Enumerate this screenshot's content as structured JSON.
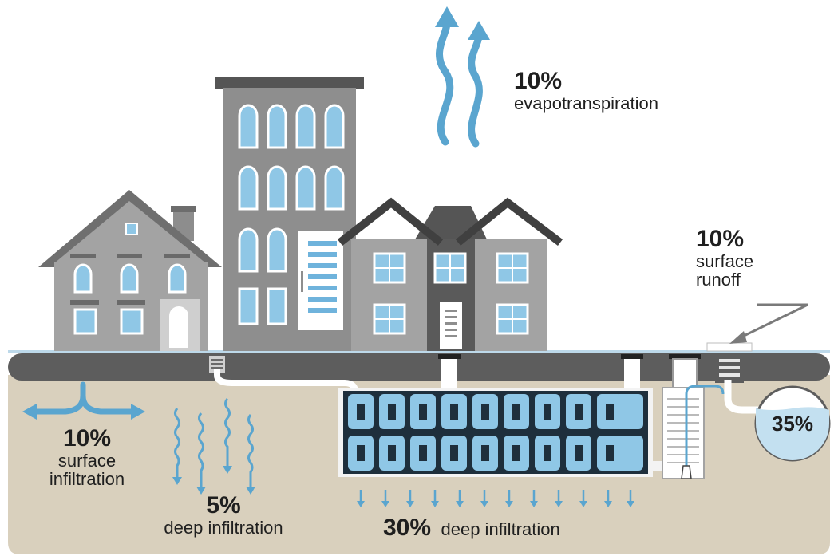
{
  "labels": {
    "evapotranspiration": {
      "percent": "10%",
      "text": "evapotranspiration"
    },
    "surface_runoff": {
      "percent": "10%",
      "line1": "surface",
      "line2": "runoff"
    },
    "surface_infiltration": {
      "percent": "10%",
      "line1": "surface",
      "line2": "infiltration"
    },
    "deep_infiltration_left": {
      "percent": "5%",
      "text": "deep infiltration"
    },
    "deep_infiltration_tank": {
      "percent": "30%",
      "text": "deep infiltration"
    },
    "pond": {
      "percent": "35%"
    }
  },
  "colors": {
    "soil": "#d9d0bd",
    "road": "#5d5d5d",
    "water": "#5aa5cf",
    "building_light": "#9a9a9a",
    "building_dark": "#5a5a5a",
    "window_fill": "#8fc7e6",
    "pond_water": "#c3e0f0"
  }
}
